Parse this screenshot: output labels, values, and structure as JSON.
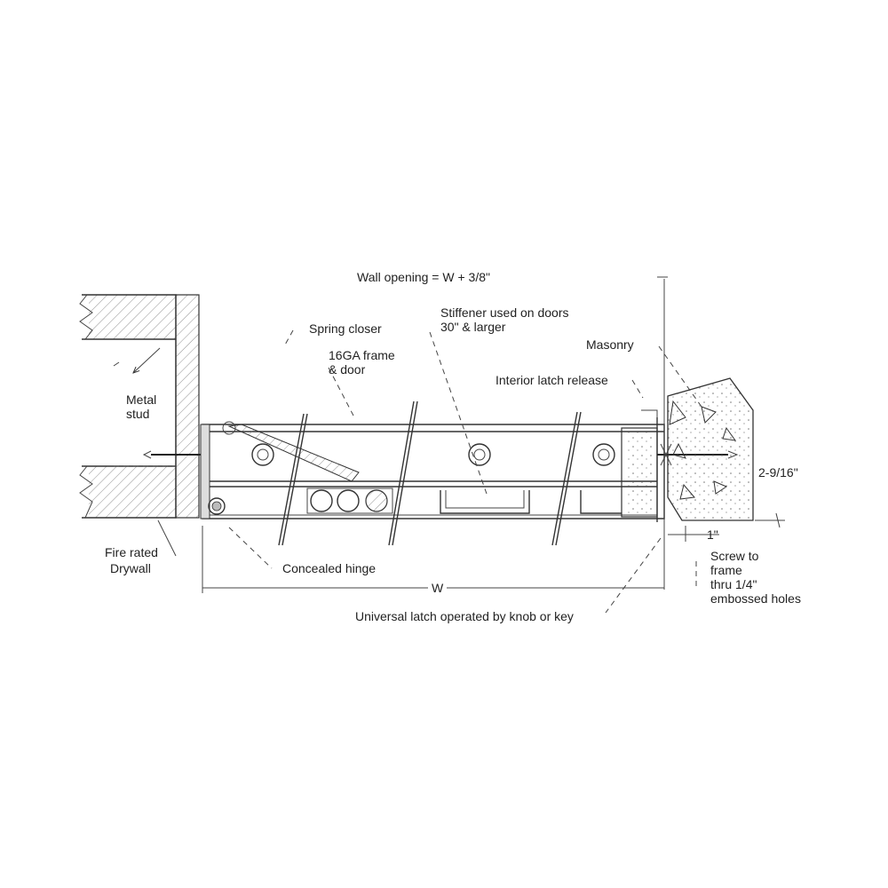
{
  "labels": {
    "wall_opening": "Wall opening = W + 3/8\"",
    "spring_closer": "Spring closer",
    "stiffener_1": "Stiffener used on doors",
    "stiffener_2": "30\" & larger",
    "masonry": "Masonry",
    "frame_1": "16GA frame",
    "frame_2": "& door",
    "interior_latch": "Interior latch release",
    "metal_1": "Metal",
    "metal_2": "stud",
    "dim_depth": "2-9/16\"",
    "dim_one": "1\"",
    "fire_1": "Fire rated",
    "fire_2": "Drywall",
    "hinge": "Concealed hinge",
    "screw_1": "Screw to",
    "screw_2": "frame",
    "screw_3": "thru 1/4\"",
    "screw_4": "embossed holes",
    "width": "W",
    "universal_latch": "Universal latch operated by knob or key"
  }
}
